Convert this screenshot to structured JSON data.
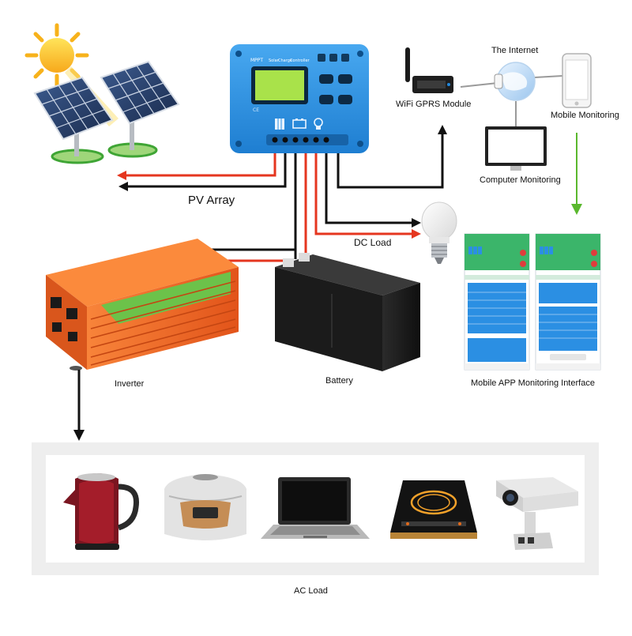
{
  "labels": {
    "pv_array": "PV Array",
    "dc_load": "DC Load",
    "inverter": "Inverter",
    "battery": "Battery",
    "ac_load": "AC Load",
    "wifi_module": "WiFi GPRS Module",
    "internet": "The Internet",
    "mobile_monitoring": "Mobile Monitoring",
    "computer_monitoring": "Computer Monitoring",
    "app_interface": "Mobile APP Monitoring Interface"
  },
  "controller": {
    "title_parts": [
      "MPPT",
      "Solar",
      "Charge",
      "Controller"
    ],
    "mark": "CE"
  },
  "ac_load_devices": [
    "kettle-icon",
    "rice-cooker-icon",
    "laptop-icon",
    "induction-cooker-icon",
    "security-camera-icon"
  ],
  "colors": {
    "controller_blue": "#2a8ee0",
    "wire_red": "#e5361f",
    "wire_black": "#111111",
    "inverter_orange": "#f06a1d",
    "inverter_green": "#6cc24a",
    "app_green": "#3bb56a",
    "app_blue": "#2b8fe3",
    "arrow_green": "#5ab82e"
  }
}
